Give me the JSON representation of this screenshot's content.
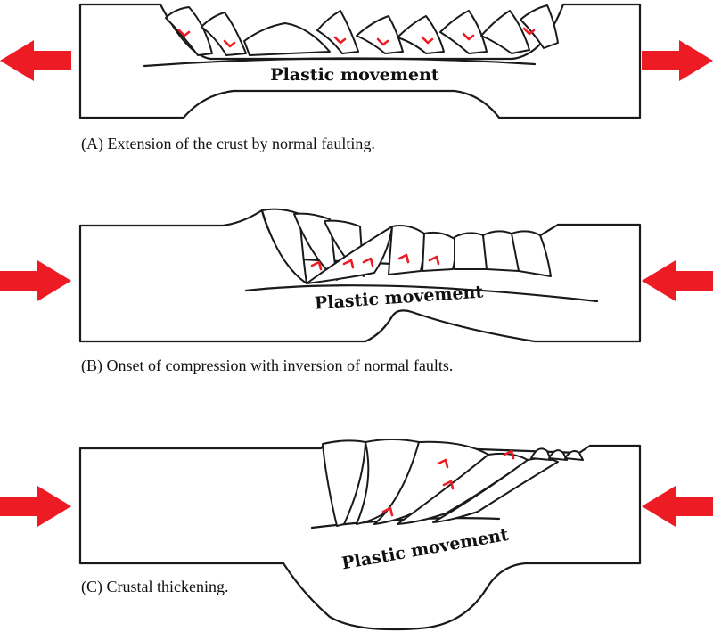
{
  "panels": [
    {
      "id": "A",
      "label": "Plastic movement",
      "caption": "(A) Extension of the crust by normal faulting.",
      "stress": "extension"
    },
    {
      "id": "B",
      "label": "Plastic movement",
      "caption": "(B) Onset of compression with inversion of normal faults.",
      "stress": "compression"
    },
    {
      "id": "C",
      "label": "Plastic movement",
      "caption": "(C) Crustal thickening.",
      "stress": "compression"
    }
  ],
  "colors": {
    "arrow": "#ed1c24",
    "fault_marker": "#ed1c24",
    "outline": "#1a1a1a",
    "background": "#ffffff"
  }
}
